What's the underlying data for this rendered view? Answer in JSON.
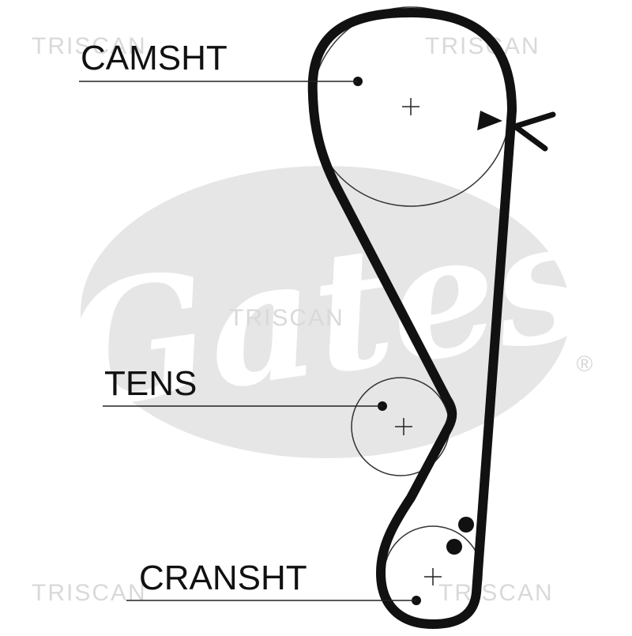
{
  "labels": {
    "camshaft": "CAMSHT",
    "tensioner": "TENS",
    "crankshaft": "CRANSHT"
  },
  "watermark": {
    "text": "TRISCAN"
  },
  "logo": {
    "text": "Gates",
    "registered_mark": "®"
  },
  "colors": {
    "belt": "#111111",
    "outline": "#333333",
    "watermark": "#d9d9d9",
    "logo": "#e6e6e6"
  }
}
